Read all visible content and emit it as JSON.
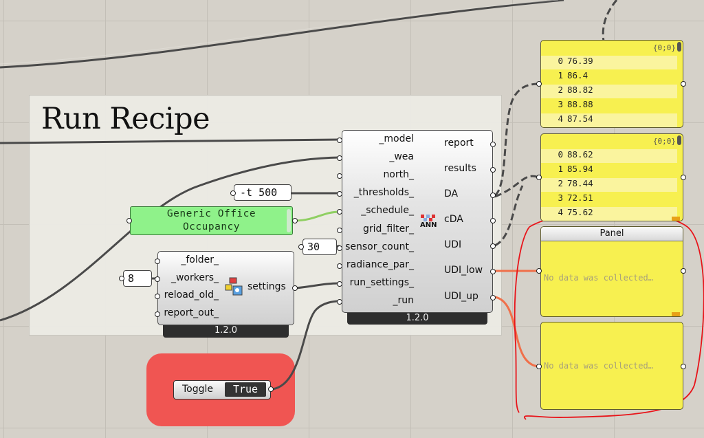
{
  "group": {
    "title": "Run Recipe"
  },
  "recipe": {
    "inputs": [
      "_model",
      "_wea",
      "north_",
      "_thresholds_",
      "_schedule_",
      "grid_filter_",
      "sensor_count_",
      "radiance_par_",
      "run_settings_",
      "_run"
    ],
    "outputs": [
      "report",
      "results",
      "DA",
      "cDA",
      "UDI",
      "UDI_low",
      "UDI_up"
    ],
    "icon_text": "ANN",
    "version": "1.2.0"
  },
  "settings": {
    "inputs": [
      "_folder_",
      "_workers_",
      "reload_old_",
      "report_out_"
    ],
    "output": "settings",
    "version": "1.2.0"
  },
  "thresholds_value": "-t 500",
  "sensor_count_value": "30",
  "workers_value": "8",
  "schedule_label": "Generic Office Occupancy",
  "toggle": {
    "label": "Toggle",
    "value": "True"
  },
  "panel1": {
    "tag": "{0;0}",
    "rows": [
      {
        "i": "0",
        "v": "76.39"
      },
      {
        "i": "1",
        "v": "86.4"
      },
      {
        "i": "2",
        "v": "88.82"
      },
      {
        "i": "3",
        "v": "88.88"
      },
      {
        "i": "4",
        "v": "87.54"
      }
    ]
  },
  "panel2": {
    "tag": "{0;0}",
    "rows": [
      {
        "i": "0",
        "v": "88.62"
      },
      {
        "i": "1",
        "v": "85.94"
      },
      {
        "i": "2",
        "v": "78.44"
      },
      {
        "i": "3",
        "v": "72.51"
      },
      {
        "i": "4",
        "v": "75.62"
      }
    ]
  },
  "panel3": {
    "title": "Panel",
    "text": "No data was collected…"
  },
  "panel4": {
    "text": "No data was collected…"
  },
  "colors": {
    "toggle_group": "#f05552",
    "annotation": "#e8141a",
    "panel": "#f7f050",
    "schedule": "#8ff28a"
  }
}
